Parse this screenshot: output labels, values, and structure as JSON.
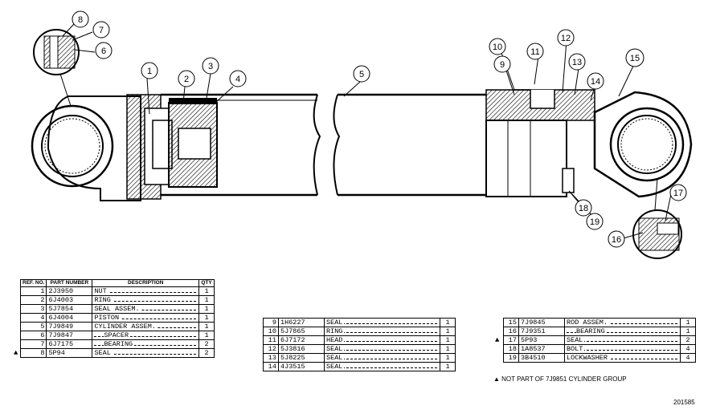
{
  "callouts": [
    "1",
    "2",
    "3",
    "4",
    "5",
    "6",
    "7",
    "8",
    "9",
    "10",
    "11",
    "12",
    "13",
    "14",
    "15",
    "16",
    "17",
    "18",
    "19"
  ],
  "table_headers": {
    "ref_no": "REF. NO.",
    "part_number": "PART NUMBER",
    "description": "DESCRIPTION",
    "qty": "QTY"
  },
  "tables": [
    {
      "rows": [
        {
          "ref": "1",
          "part": "2J3950",
          "desc": "NUT",
          "qty": "1",
          "mark": ""
        },
        {
          "ref": "2",
          "part": "6J4003",
          "desc": "RING",
          "qty": "1",
          "mark": ""
        },
        {
          "ref": "3",
          "part": "5J7854",
          "desc": "SEAL ASSEM.",
          "qty": "1",
          "mark": ""
        },
        {
          "ref": "4",
          "part": "6J4004",
          "desc": "PISTON",
          "qty": "1",
          "mark": ""
        },
        {
          "ref": "5",
          "part": "7J9849",
          "desc": "CYLINDER ASSEM.",
          "qty": "1",
          "mark": ""
        },
        {
          "ref": "6",
          "part": "7J9847",
          "desc": "SPACER",
          "qty": "1",
          "mark": ""
        },
        {
          "ref": "7",
          "part": "6J7175",
          "desc": "BEARING",
          "qty": "2",
          "mark": ""
        },
        {
          "ref": "8",
          "part": "5P94",
          "desc": "SEAL",
          "qty": "2",
          "mark": "▲"
        }
      ]
    },
    {
      "rows": [
        {
          "ref": "9",
          "part": "1H6227",
          "desc": "SEAL",
          "qty": "1",
          "mark": ""
        },
        {
          "ref": "10",
          "part": "5J7865",
          "desc": "RING",
          "qty": "1",
          "mark": ""
        },
        {
          "ref": "11",
          "part": "6J7172",
          "desc": "HEAD",
          "qty": "1",
          "mark": ""
        },
        {
          "ref": "12",
          "part": "5J3816",
          "desc": "SEAL",
          "qty": "1",
          "mark": ""
        },
        {
          "ref": "13",
          "part": "5J8225",
          "desc": "SEAL",
          "qty": "1",
          "mark": ""
        },
        {
          "ref": "14",
          "part": "4J3515",
          "desc": "SEAL",
          "qty": "1",
          "mark": ""
        }
      ]
    },
    {
      "rows": [
        {
          "ref": "15",
          "part": "7J9845",
          "desc": "ROD ASSEM.",
          "qty": "1",
          "mark": ""
        },
        {
          "ref": "16",
          "part": "7J9351",
          "desc": "BEARING",
          "qty": "1",
          "mark": ""
        },
        {
          "ref": "17",
          "part": "5P93",
          "desc": "SEAL",
          "qty": "2",
          "mark": "▲"
        },
        {
          "ref": "18",
          "part": "1A8537",
          "desc": "BOLT",
          "qty": "4",
          "mark": ""
        },
        {
          "ref": "19",
          "part": "3B4510",
          "desc": "LOCKWASHER",
          "qty": "4",
          "mark": ""
        }
      ]
    }
  ],
  "footnote": "▲ NOT PART OF 7J9851 CYLINDER GROUP",
  "drawing_number": "201585"
}
